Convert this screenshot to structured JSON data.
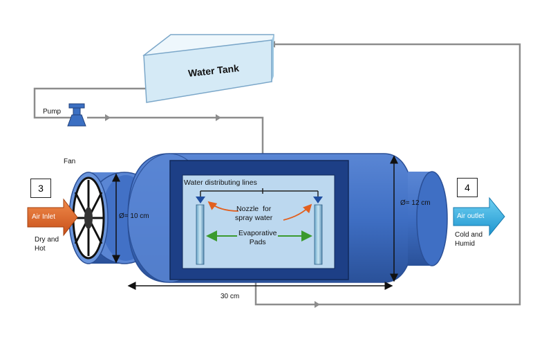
{
  "labels": {
    "water_tank": "Water Tank",
    "pump": "Pump",
    "fan": "Fan",
    "water_lines": "Water distributing  lines",
    "nozzle": "Nozzle  for\nspray water",
    "pads": "Evaporative\nPads",
    "inlet_dia": "Ø= 10 cm",
    "outlet_dia": "Ø= 12 cm",
    "length": "30 cm",
    "air_inlet": "Air Inlet",
    "air_outlet": "Air outlet",
    "inlet_state": "Dry and\nHot",
    "outlet_state": "Cold and\nHumid",
    "station_in": "3",
    "station_out": "4"
  },
  "colors": {
    "body": "#3f6fc4",
    "body_dark": "#2a4f96",
    "chamber_frame": "#1d3f86",
    "chamber_inner": "#bcd8ef",
    "tank_front": "#d5eaf6",
    "pipe": "#8c8c8c",
    "arrow_inlet": "#e2601f",
    "arrow_outlet": "#2aa9e0",
    "green_arrow": "#3b9a2e",
    "orange_arrow": "#e2601f"
  }
}
